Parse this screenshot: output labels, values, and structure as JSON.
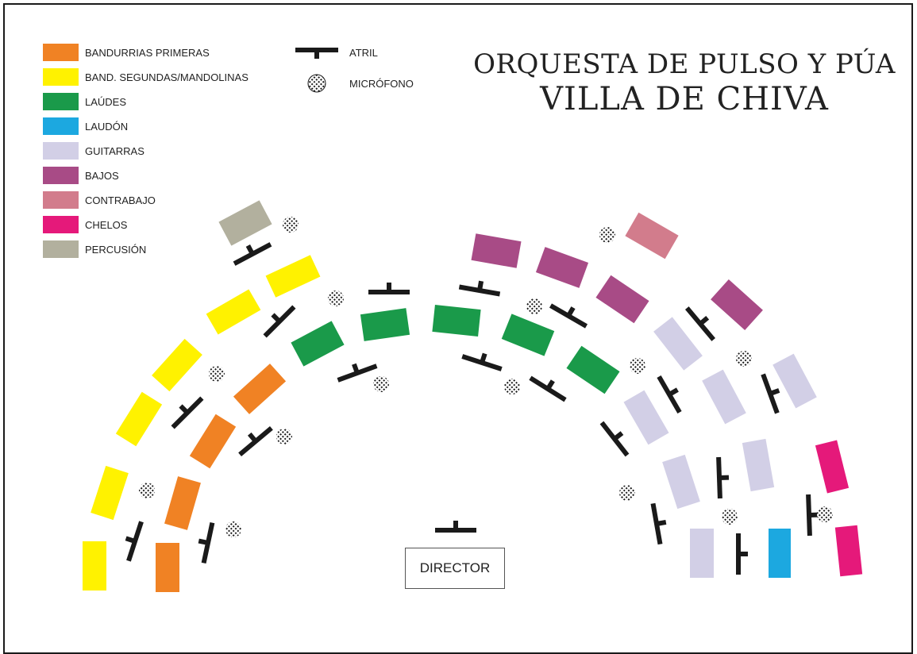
{
  "title": {
    "line1": "ORQUESTA DE PULSO Y PÚA",
    "line2": "VILLA DE CHIVA"
  },
  "legend": {
    "sections": [
      {
        "key": "bandurrias_primeras",
        "label": "BANDURRIAS PRIMERAS",
        "color": "#f08224"
      },
      {
        "key": "segundas",
        "label": "BAND. SEGUNDAS/MANDOLINAS",
        "color": "#fff200"
      },
      {
        "key": "laudes",
        "label": "LAÚDES",
        "color": "#1a9a4a"
      },
      {
        "key": "laudon",
        "label": "LAUDÓN",
        "color": "#1ca8e0"
      },
      {
        "key": "guitarras",
        "label": "GUITARRAS",
        "color": "#d2cfe6"
      },
      {
        "key": "bajos",
        "label": "BAJOS",
        "color": "#a84b86"
      },
      {
        "key": "contrabajo",
        "label": "CONTRABAJO",
        "color": "#d27c8c"
      },
      {
        "key": "chelos",
        "label": "CHELOS",
        "color": "#e5197a"
      },
      {
        "key": "percusion",
        "label": "PERCUSIÓN",
        "color": "#b2b09e"
      }
    ],
    "symbols": [
      {
        "key": "atril",
        "label": "ATRIL",
        "icon": "music-stand-icon"
      },
      {
        "key": "microfono",
        "label": "MICRÓFONO",
        "icon": "microphone-icon"
      }
    ]
  },
  "director": {
    "label": "DIRECTOR"
  }
}
